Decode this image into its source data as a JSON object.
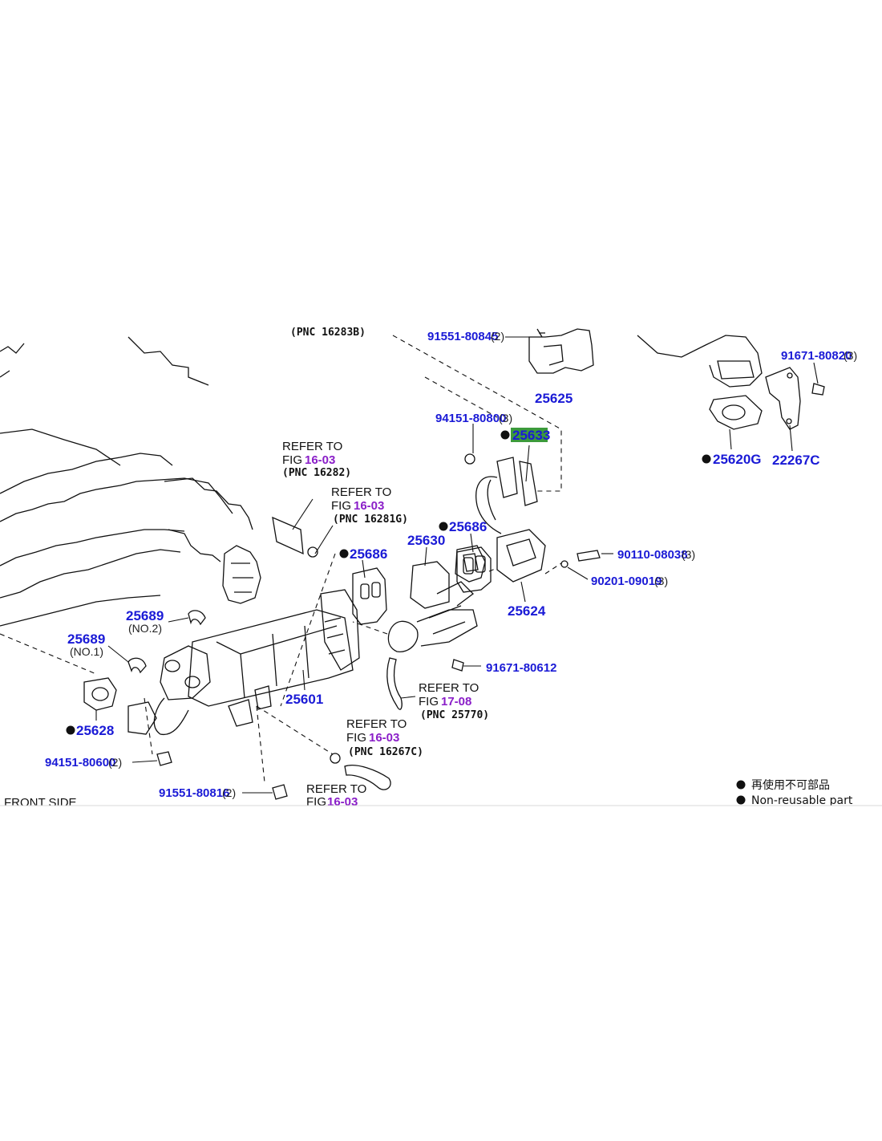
{
  "diagram": {
    "parts": {
      "p25625": "25625",
      "p25633": "25633",
      "p25620G": "25620G",
      "p22267C": "22267C",
      "p25686a": "25686",
      "p25686b": "25686",
      "p25630": "25630",
      "p25624": "25624",
      "p25689a": "25689",
      "p25689b": "25689",
      "p25601": "25601",
      "p25628": "25628",
      "bolt_91551_80845": "91551-80845",
      "bolt_91671_80820": "91671-80820",
      "nut_94151_80800": "94151-80800",
      "bolt_90110_08038": "90110-08038",
      "washer_90201_09019": "90201-09019",
      "bolt_91671_80612": "91671-80612",
      "nut_94151_80600": "94151-80600",
      "bolt_91551_80816": "91551-80816"
    },
    "quantities": {
      "q2a": "(2)",
      "q3a": "(3)",
      "q3b": "(3)",
      "q3c": "(3)",
      "q3d": "(3)",
      "q2b": "(2)",
      "q2c": "(2)"
    },
    "sublabels": {
      "no2": "(NO.2)",
      "no1": "(NO.1)"
    },
    "refs": {
      "r1": {
        "line1": "REFER TO",
        "fig_prefix": "FIG",
        "fig": "16-03",
        "pnc": "(PNC 16282)"
      },
      "r2": {
        "line1": "REFER TO",
        "fig_prefix": "FIG",
        "fig": "16-03",
        "pnc": "(PNC 16281G)"
      },
      "r3": {
        "line1": "REFER TO",
        "fig_prefix": "FIG",
        "fig": "17-08",
        "pnc": "(PNC 25770)"
      },
      "r4": {
        "line1": "REFER TO",
        "fig_prefix": "FIG",
        "fig": "16-03",
        "pnc": "(PNC 16267C)"
      },
      "r5": {
        "line1": "REFER TO",
        "fig_prefix": "FIG",
        "fig": "16-03"
      },
      "top_cut": "(PNC 16283B)"
    },
    "front_side": "FRONT SIDE",
    "legend": {
      "jp": "再使用不可部品",
      "en": "Non-reusable part"
    },
    "highlight_color": "#3c9a3c",
    "text_color": "#1a1ad6",
    "fig_color": "#8a1ec8"
  }
}
